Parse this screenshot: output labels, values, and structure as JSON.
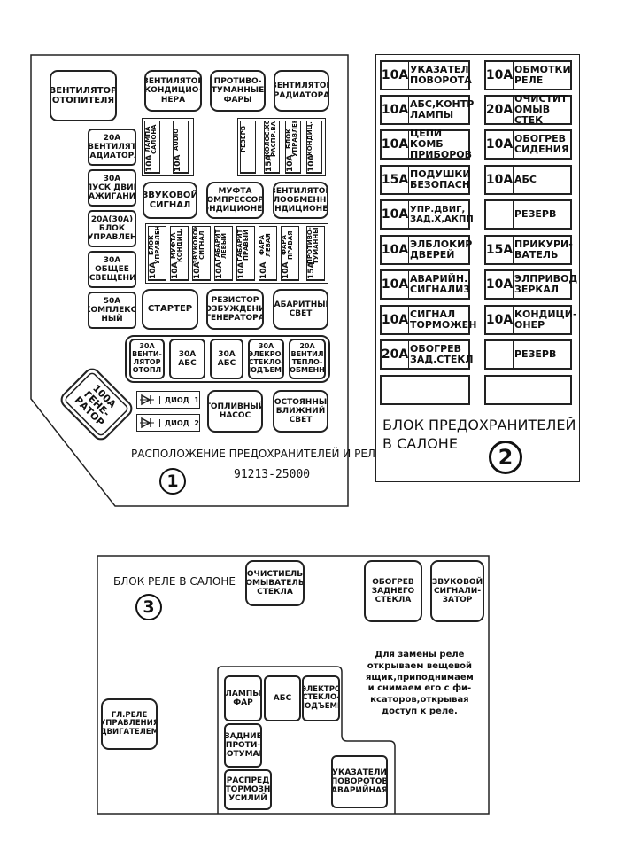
{
  "panel1": {
    "title": "РАСПОЛОЖЕНИЕ ПРЕДОХРАНИТЕЛЕЙ И РЕЛЕ",
    "part_number": "91213-25000",
    "number": "1",
    "relays": {
      "heater_fan": "ВЕНТИЛЯТОР\nОТОПИТЕЛЯ",
      "ac_fan": "ВЕНТИЛЯТОР\nКОНДИЦИО-\nНЕРА",
      "fog_lights": "ПРОТИВО-\nТУМАННЫЕ\nФАРЫ",
      "radiator_fan": "ВЕНТИЛЯТОР\nРАДИАТОРА",
      "horn": "ЗВУКОВОЙ\nСИГНАЛ",
      "ac_clutch": "МУФТА\nКОМПРЕССОРА\nКОНДИЦИОНЕРА",
      "evap_fan": "ВЕНТИЛЯТОР\nТЕПЛООБМЕННИКА\nКОНДИЦИОНЕРА",
      "starter": "СТАРТЕР",
      "resistor": "РЕЗИСТОР\nВОЗБУЖДЕНИЯ\nГЕНЕРАТОРА",
      "parking": "ГАБАРИТНЫЙ\nСВЕТ",
      "fuel_pump": "ТОПЛИВНЫЙ\nНАСОС",
      "low_beam": "ПОСТОЯННЫЙ\nБЛИЖНИЙ\nСВЕТ"
    },
    "left_fuses": [
      "20А\nВЕНТИЛЯТ\nРАДИАТОРА",
      "30А\nПУСК ДВИГ\nЗАЖИГАНИЕ",
      "20А(30А)\nБЛОК\nУПРАВЛЕН",
      "30А\nОБЩЕЕ\nОСВЕЩЕНИЕ",
      "50А\nКОМПЛЕКС-\nНЫЙ"
    ],
    "bottom_fuses": [
      "30А\nВЕНТИ-\nЛЯТОР\nОТОПЛ",
      "30А\nАБС",
      "30А\nАБС",
      "30А\nЭЛЕКРО-\nСТЕКЛО-\nПОДЪЕМН",
      "20А\nВЕНТИЛ\nТЕПЛО-\nОБМЕНН"
    ],
    "generator_fuse": "100А\nГЕНЕ-\nРАТОР",
    "top_mini": [
      {
        "label": "ЛАМПА\nСАЛОНА",
        "amp": "10А"
      },
      {
        "label": "AUDIO",
        "amp": "10А"
      },
      {
        "label": "РЕЗЕРВ",
        "amp": ""
      },
      {
        "label": "КОЛОС.ХОД\nРАСПР.ВАЛ",
        "amp": "15А"
      },
      {
        "label": "БЛОК\nУПРАВЛЕН",
        "amp": "10А"
      },
      {
        "label": "КОНДИЦ.",
        "amp": "10А"
      }
    ],
    "mid_mini": [
      {
        "label": "БЛОК\nУПРАВЛЕН",
        "amp": "10А"
      },
      {
        "label": "МУФТА\nКОНДИЦ.",
        "amp": "10А"
      },
      {
        "label": "ЗВУКОВОЙ\nСИГНАЛ",
        "amp": "10А"
      },
      {
        "label": "ГАБАРИТ\nЛЕВЫЙ",
        "amp": "10А"
      },
      {
        "label": "ГАБАРИТ\nПРАВЫЙ",
        "amp": "10А"
      },
      {
        "label": "ФАРА\nЛЕВАЯ",
        "amp": "10А"
      },
      {
        "label": "ФАРА\nПРАВАЯ",
        "amp": "10А"
      },
      {
        "label": "ПРОТИВО-\nТУМАННЫЕ",
        "amp": "15А"
      }
    ],
    "diodes": [
      {
        "label": "ДИОД  1"
      },
      {
        "label": "ДИОД  2"
      }
    ]
  },
  "panel2": {
    "title": "БЛОК ПРЕДОХРАНИТЕЛЕЙ\nВ САЛОНЕ",
    "number": "2",
    "left_column": [
      {
        "amp": "10А",
        "label": "УКАЗАТЕЛ\nПОВОРОТА"
      },
      {
        "amp": "10А",
        "label": "АБС,КОНТР\nЛАМПЫ"
      },
      {
        "amp": "10А",
        "label": "ЦЕПИ КОМБ\nПРИБОРОВ"
      },
      {
        "amp": "15А",
        "label": "ПОДУШКИ\nБЕЗОПАСН"
      },
      {
        "amp": "10А",
        "label": "УПР.ДВИГ,\nЗАД.Х,АКПП"
      },
      {
        "amp": "10А",
        "label": "ЭЛБЛОКИР\nДВЕРЕЙ"
      },
      {
        "amp": "10А",
        "label": "АВАРИЙН.\nСИГНАЛИЗ"
      },
      {
        "amp": "10А",
        "label": "СИГНАЛ\nТОРМОЖЕН"
      },
      {
        "amp": "20А",
        "label": "ОБОГРЕВ\nЗАД.СТЕКЛ"
      },
      {
        "amp": "",
        "label": ""
      }
    ],
    "right_column": [
      {
        "amp": "10А",
        "label": "ОБМОТКИ\nРЕЛЕ"
      },
      {
        "amp": "20А",
        "label": "ОЧИСТИТ\nОМЫВ СТЕК"
      },
      {
        "amp": "10А",
        "label": "ОБОГРЕВ\nСИДЕНИЯ"
      },
      {
        "amp": "10А",
        "label": "АБС"
      },
      {
        "amp": "",
        "label": "РЕЗЕРВ"
      },
      {
        "amp": "15А",
        "label": "ПРИКУРИ-\nВАТЕЛЬ"
      },
      {
        "amp": "10А",
        "label": "ЭЛПРИВОД\nЗЕРКАЛ"
      },
      {
        "amp": "10А",
        "label": "КОНДИЦИ-\nОНЕР"
      },
      {
        "amp": "",
        "label": "РЕЗЕРВ"
      },
      {
        "amp": "",
        "label": ""
      }
    ]
  },
  "panel3": {
    "title": "БЛОК РЕЛЕ В САЛОНЕ",
    "number": "3",
    "note": "Для замены реле\nоткрываем вещевой\nящик,приподнимаем\nи снимаем его с фи-\nксаторов,открывая\nдоступ к реле.",
    "relays": {
      "washer": "ОЧИСТИЕЛЬ\nОМЫВАТЕЛЬ\nСТЕКЛА",
      "rear_defrost": "ОБОГРЕВ\nЗАДНЕГО\nСТЕКЛА",
      "horn": "ЗВУКОВОЙ\nСИГНАЛИ-\nЗАТОР",
      "ecu_main": "ГЛ.РЕЛЕ\nУПРАВЛЕНИЯ\nДВИГАТЕЛЕМ",
      "headlamps": "ЛАМПЫ\nФАР",
      "abs": "АБС",
      "windows": "ЭЛЕКТРО\nСТЕКЛО-\nПОДЪЕМН",
      "rear_fog": "ЗАДНИЕ\nПРОТИ-\nВОТУМАН",
      "brake_dist": "РАСПРЕД\nТОРМОЗН\nУСИЛИЙ",
      "turn_hazard": "УКАЗАТЕЛИ\nПОВОРОТОВ\nАВАРИЙНАЯ"
    }
  }
}
